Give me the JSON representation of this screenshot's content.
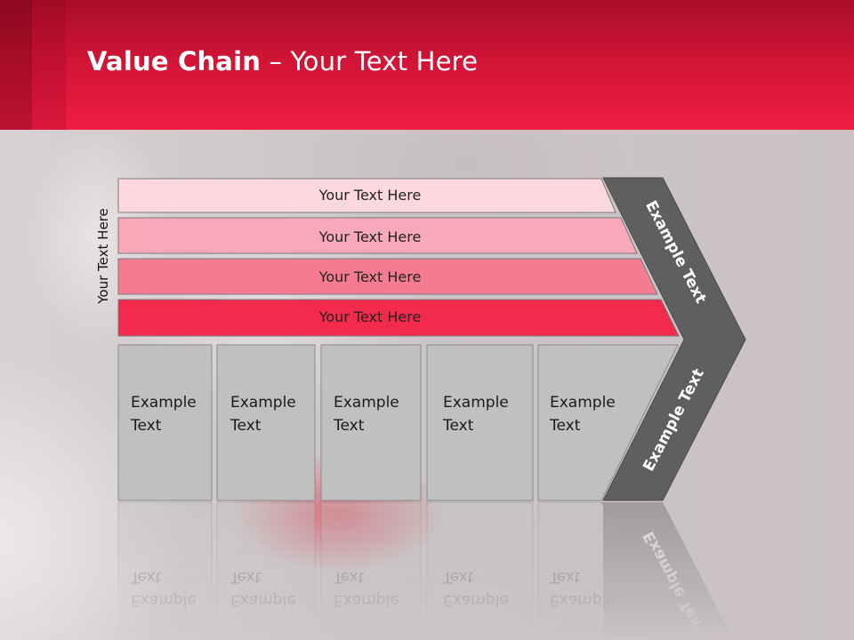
{
  "title": {
    "bold": "Value Chain",
    "rest": " – Your Text Here"
  },
  "side_label": "Your Text Here",
  "rows": [
    {
      "label": "Your Text Here",
      "color": "#fdd8df"
    },
    {
      "label": "Your Text Here",
      "color": "#f8a8b7"
    },
    {
      "label": "Your Text Here",
      "color": "#f57b90"
    },
    {
      "label": "Your Text Here",
      "color": "#f42a4d"
    }
  ],
  "cells": [
    {
      "line1": "Example",
      "line2": "Text"
    },
    {
      "line1": "Example",
      "line2": "Text"
    },
    {
      "line1": "Example",
      "line2": "Text"
    },
    {
      "line1": "Example",
      "line2": "Text"
    },
    {
      "line1": "Example",
      "line2": "Text"
    }
  ],
  "chevron": {
    "top_label": "Example Text",
    "bottom_label": "Example Text",
    "color": "#5f5f5f"
  },
  "colors": {
    "header": "#e8173e",
    "cell_fill": "#c0c0c0"
  }
}
